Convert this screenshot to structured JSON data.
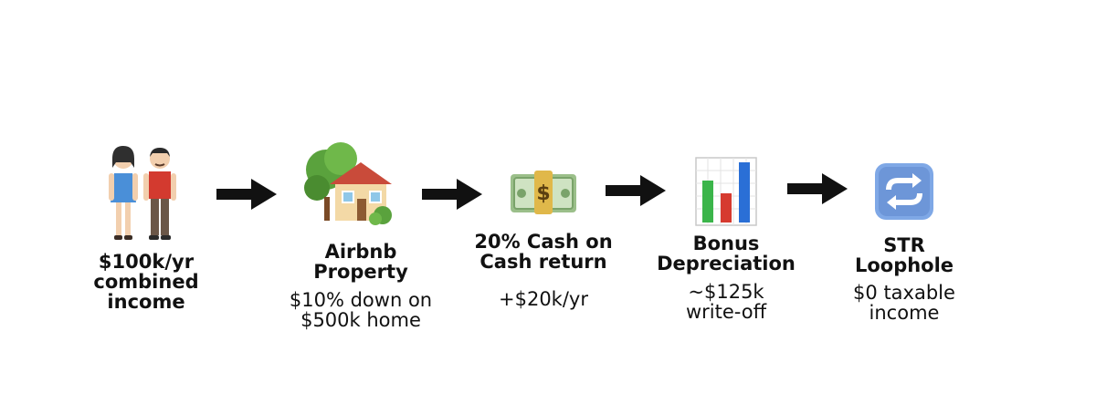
{
  "steps": [
    {
      "icon": "couple-icon",
      "title": "$100k/yr\ncombined\nincome",
      "desc": ""
    },
    {
      "icon": "house-icon",
      "title": "Airbnb\nProperty",
      "desc": "$10% down on\n$500k home"
    },
    {
      "icon": "money-icon",
      "title": "20% Cash on\nCash return",
      "desc": "+$20k/yr"
    },
    {
      "icon": "bar-chart-icon",
      "title": "Bonus\nDepreciation",
      "desc": "~$125k\nwrite-off"
    },
    {
      "icon": "repeat-icon",
      "title": "STR\nLoophole",
      "desc": "$0 taxable\nincome"
    }
  ],
  "colors": {
    "text": "#111111",
    "arrow": "#111111",
    "background": "#ffffff"
  }
}
